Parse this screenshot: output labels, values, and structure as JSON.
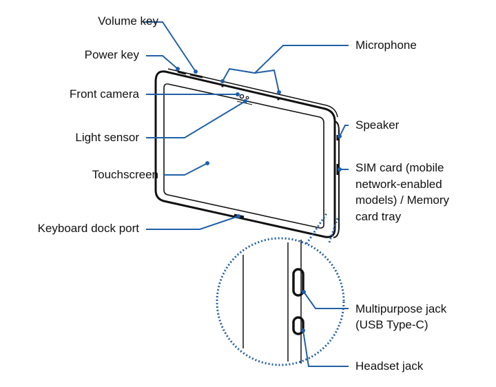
{
  "labels": {
    "volume_key": "Volume key",
    "power_key": "Power key",
    "front_camera": "Front camera",
    "light_sensor": "Light sensor",
    "touchscreen": "Touchscreen",
    "keyboard_dock_port": "Keyboard dock port",
    "microphone": "Microphone",
    "speaker": "Speaker",
    "sim_card_lines": [
      "SIM card (mobile",
      "network-enabled",
      "models) / Memory",
      "card tray"
    ],
    "multipurpose_jack_lines": [
      "Multipurpose jack",
      "(USB Type-C)"
    ],
    "headset_jack": "Headset jack"
  },
  "colors": {
    "leader_line": "#1f5fa8",
    "device_outline": "#111111",
    "background": "#ffffff"
  }
}
